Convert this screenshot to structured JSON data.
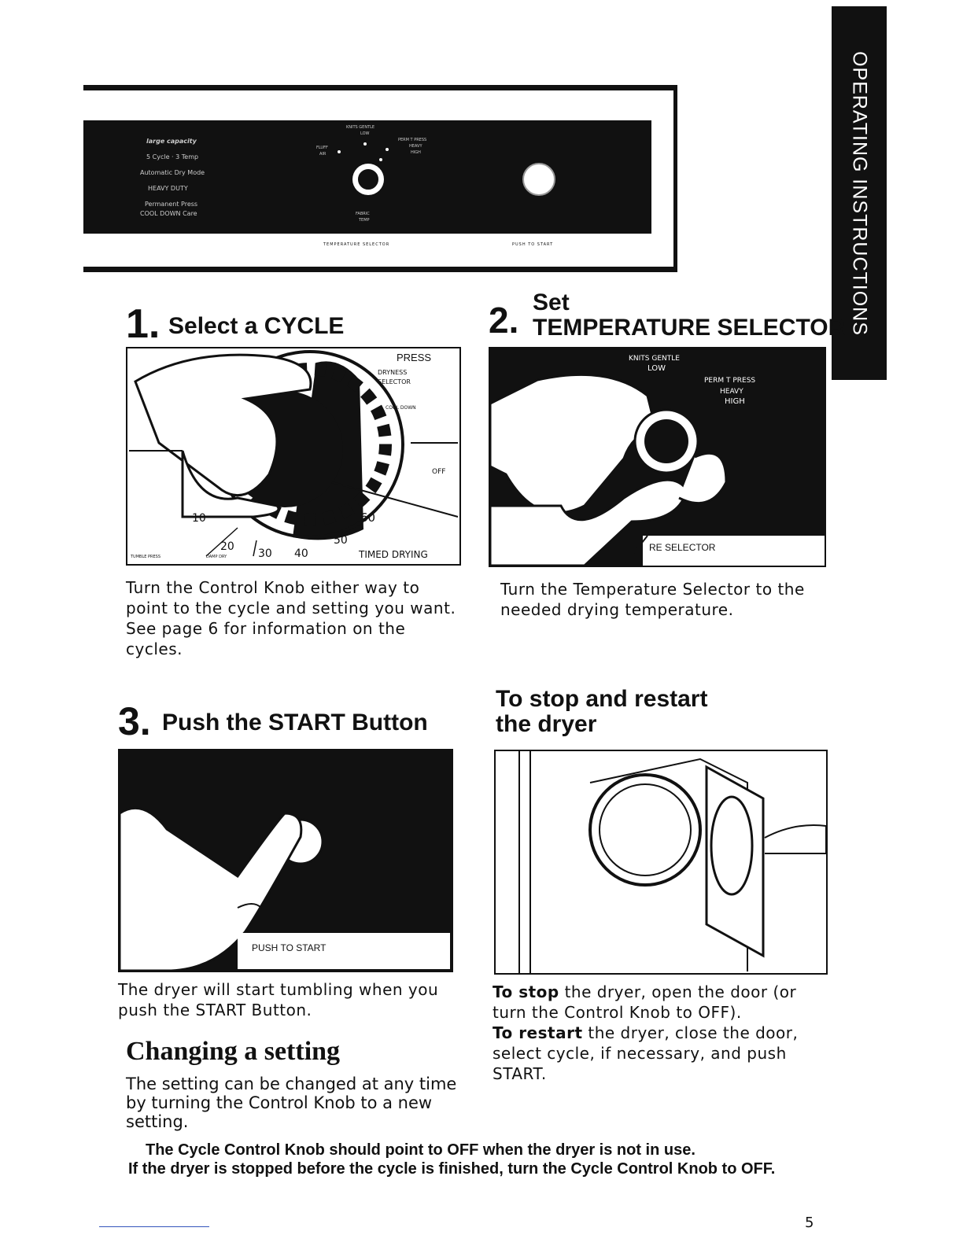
{
  "side_tab": {
    "label": "OPERATING INSTRUCTIONS"
  },
  "panel": {
    "lines": [
      "large capacity",
      "5 Cycle · 3 Temp",
      "Automatic Dry Mode",
      "HEAVY DUTY",
      "Permanent Press",
      "COOL DOWN Care"
    ],
    "dial_labels": {
      "top": "KNITS GENTLE",
      "top_sub": "LOW",
      "left": "FLUFF",
      "left_sub": "AIR",
      "right": "PERM T PRESS",
      "right_sub": "HEAVY",
      "right_sub2": "HIGH",
      "bottom": "FABRIC",
      "bottom_sub": "TEMP"
    },
    "caption_left": "TEMPERATURE SELECTOR",
    "caption_right": "PUSH TO START"
  },
  "step1": {
    "num": "1.",
    "title": "Select a CYCLE",
    "illus": {
      "press": "PRESS",
      "dryness": "DRYNESS",
      "selector": "SELECTOR",
      "cool_down": "COOL DOWN",
      "off": "OFF",
      "n60": "60",
      "n50": "50",
      "n40": "40",
      "n30": "30",
      "n20": "20",
      "n10": "10",
      "timed": "TIMED DRYING",
      "tumble": "TUMBLE PRESS",
      "damp": "DAMP DRY"
    },
    "text": "Turn the Control Knob either way to point to the cycle and setting you want. See page 6 for information on the cycles."
  },
  "step2": {
    "num": "2.",
    "title_top": "Set",
    "title": "TEMPERATURE SELECTOR",
    "illus": {
      "knits": "KNITS GENTLE",
      "low": "LOW",
      "perm": "PERM T PRESS",
      "heavy": "HEAVY",
      "high": "HIGH",
      "selector": "RE SELECTOR"
    },
    "text": "Turn the Temperature Selector to the needed drying temperature."
  },
  "step3": {
    "num": "3.",
    "title": "Push the START Button",
    "illus": {
      "label": "PUSH TO START"
    },
    "text": "The dryer will start tumbling when you push the START Button."
  },
  "stop": {
    "title_line1": "To stop and restart",
    "title_line2": "the dryer",
    "stop_bold": "To stop",
    "stop_text": " the dryer, open the door (or turn the Control Knob to OFF).",
    "restart_bold": "To restart",
    "restart_text": " the dryer, close the door, select cycle, if necessary, and push START."
  },
  "changing": {
    "title": "Changing a setting",
    "text": "The setting can be changed at any time by turning the Control Knob to a new setting."
  },
  "bottom_note": {
    "line1": "The Cycle Control Knob should point to OFF when the dryer is not in use.",
    "line2": "If the dryer is stopped before the cycle is finished, turn the Cycle Control Knob to OFF."
  },
  "page_number": "5"
}
